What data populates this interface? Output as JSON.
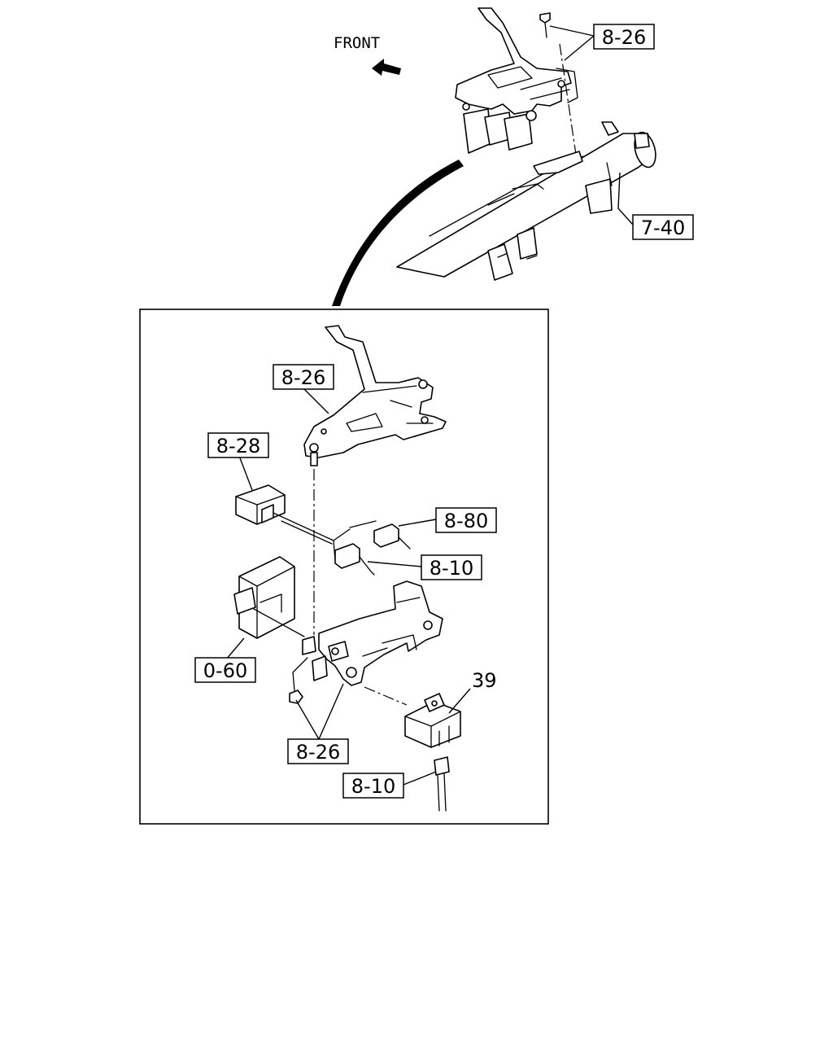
{
  "orientation": {
    "label": "FRONT"
  },
  "callouts": {
    "top_bracket": "8-26",
    "crossmember": "7-40",
    "detail_bracket": "8-26",
    "relay": "8-28",
    "connector_a": "8-80",
    "connector_b": "8-10",
    "control_unit": "0-60",
    "fasteners": "8-26",
    "cover_part": "39",
    "harness_clip": "8-10"
  }
}
